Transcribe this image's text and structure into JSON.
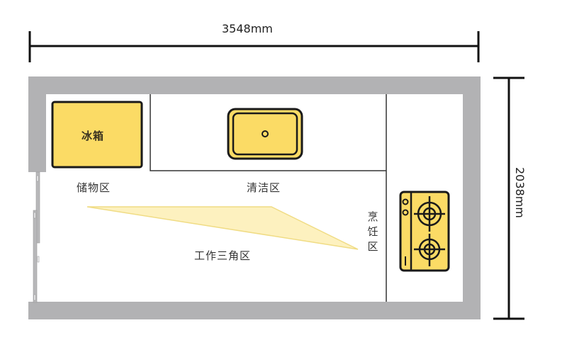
{
  "dimensions": {
    "width_label": "3548mm",
    "height_label": "2038mm"
  },
  "zones": {
    "fridge": "冰箱",
    "storage": "储物区",
    "cleaning": "清洁区",
    "cooking_chars": [
      "烹",
      "饪",
      "区"
    ],
    "work_triangle": "工作三角区"
  },
  "colors": {
    "wall": "#b2b2b4",
    "appliance_fill": "#fbdb65",
    "outline": "#1a1a1a",
    "triangle_fill": "#fdf1bf",
    "triangle_stroke": "#f0dc84",
    "text": "#333333"
  }
}
